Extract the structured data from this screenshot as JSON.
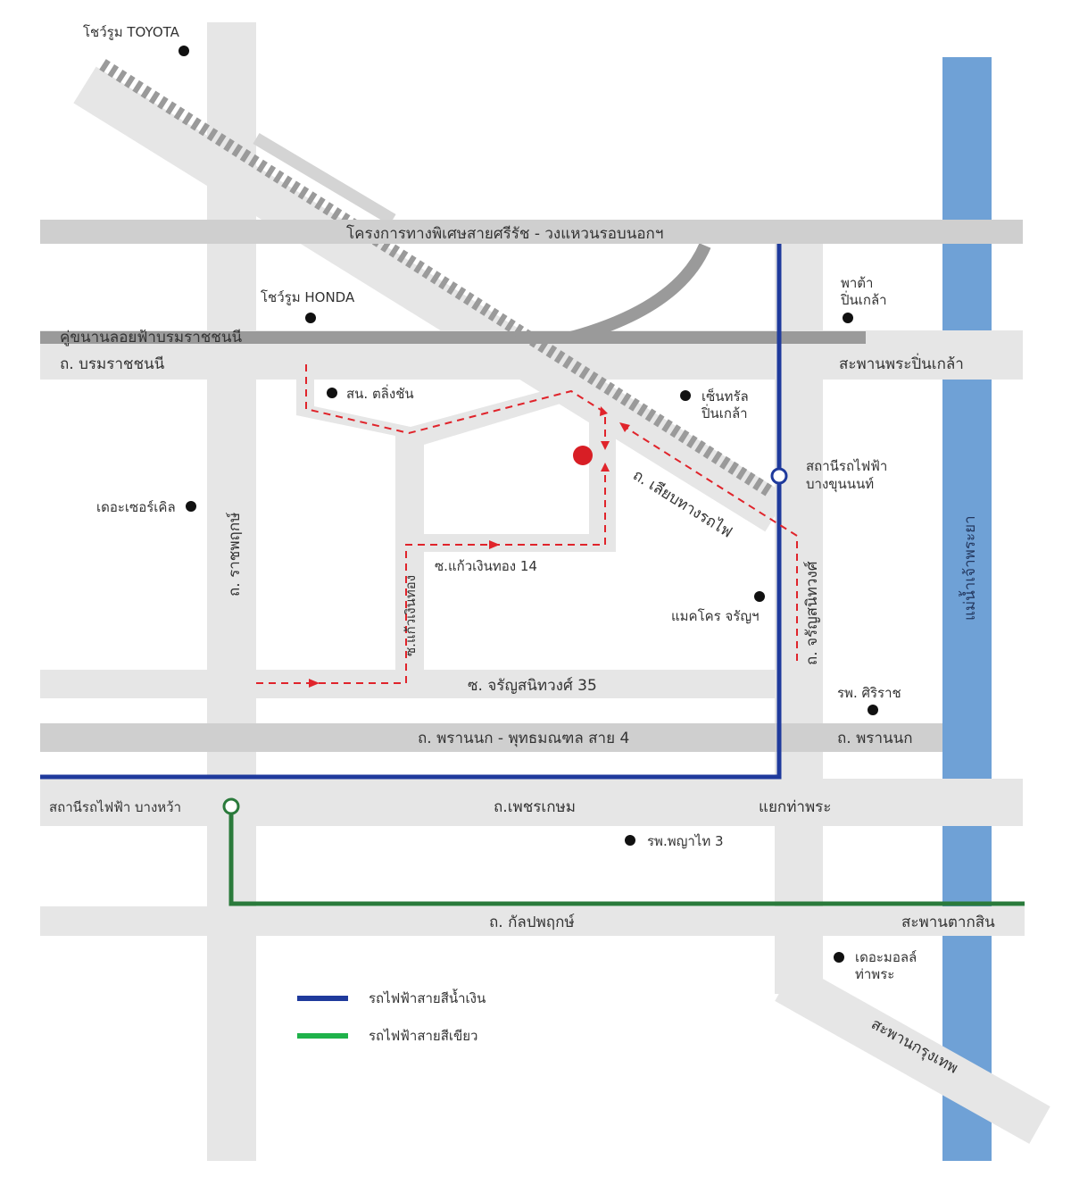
{
  "colors": {
    "blue_line": "#1f3a9c",
    "green_line": "#2a7a3b",
    "river": "#6fa1d6",
    "route": "#e0242b",
    "destination": "#d81e25"
  },
  "roads": {
    "expressway": "โครงการทางพิเศษสายศรีรัช - วงแหวนรอบนอกฯ",
    "elevated": "คู่ขนานลอยฟ้าบรมราชชนนี",
    "borommaratchachonnani": "ถ. บรมราชชนนี",
    "pinklao_bridge": "สะพานพระปิ่นเกล้า",
    "rail_road": "ถ. เลียบทางรถไฟ",
    "ratchaphruek": "ถ. ราชพฤกษ์",
    "soi14": "ซ.แก้วเงินทอง 14",
    "soi_kaew": "ซ.แก้วเงินทอง",
    "charan": "ถ. จรัญสนิทวงศ์",
    "charan35": "ซ. จรัญสนิทวงศ์ 35",
    "phrannok_phutthamonthon": "ถ. พรานนก - พุทธมณฑล สาย 4",
    "phrannok": "ถ. พรานนก",
    "phetkasem": "ถ.เพชรเกษม",
    "tha_phra": "แยกท่าพระ",
    "kanlapaphruek": "ถ. กัลปพฤกษ์",
    "taksin_bridge": "สะพานตากสิน",
    "krungthep_bridge": "สะพานกรุงเทพ",
    "river": "แม่น้ำเจ้าพระยา"
  },
  "places": {
    "toyota": "โชว์รูม TOYOTA",
    "honda": "โชว์รูม HONDA",
    "police": "สน. ตลิ่งชัน",
    "pata": [
      "พาต้า",
      "ปิ่นเกล้า"
    ],
    "central": [
      "เซ็นทรัล",
      "ปิ่นเกล้า"
    ],
    "bang_khun_non": [
      "สถานีรถไฟฟ้า",
      "บางขุนนนท์"
    ],
    "circle": "เดอะเซอร์เคิล",
    "makro": "แมคโคร จรัญฯ",
    "siriraj": "รพ. ศิริราช",
    "bang_wa": "สถานีรถไฟฟ้า บางหว้า",
    "phyathai": "รพ.พญาไท 3",
    "the_mall": [
      "เดอะมอลล์",
      "ท่าพระ"
    ]
  },
  "legend": {
    "blue": "รถไฟฟ้าสายสีน้ำเงิน",
    "green": "รถไฟฟ้าสายสีเขียว"
  }
}
